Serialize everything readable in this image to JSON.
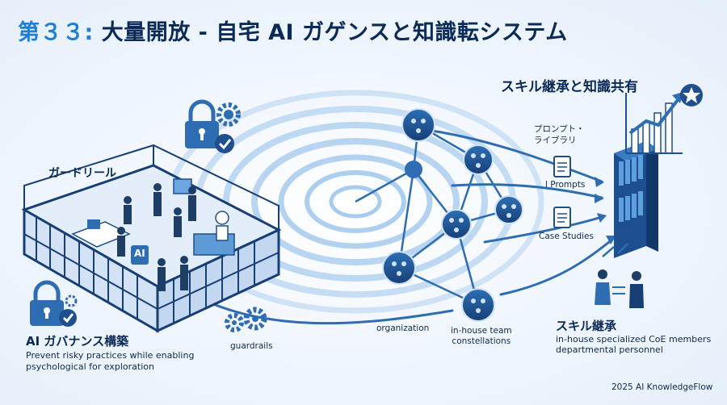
{
  "title": {
    "prefix": "第３３:",
    "main": " 大量開放 - 自宅 AI ガゲンスと知識転システム"
  },
  "labels": {
    "skill_knowledge": "スキル継承と知識共有",
    "guardrail": "ガードリール",
    "governance": "AI ガバナンス構築",
    "governance_desc": "Prevent risky practices while enabling psychological for exploration",
    "guardrails": "guardrails",
    "organization": "organization",
    "team_line1": "in-house team",
    "team_line2": "constellations",
    "prompt_lib_line1": "プロンプト・",
    "prompt_lib_line2": "ライブラリ",
    "prompts": "l Prompts",
    "case_studies": "Case Studies",
    "skill_inherit": "スキル継承",
    "skill_desc_line1": "in-house specialized CoE members",
    "skill_desc_line2": "departmental personnel",
    "ai_badge": "AI"
  },
  "footer": "2025 AI KnowledgeFlow",
  "colors": {
    "navy": "#0b2a55",
    "accent": "#1f7fd4",
    "mid": "#2f6db3",
    "light": "#cfe2f6"
  },
  "icons": [
    "lock-icon",
    "gear-icon",
    "check-badge-icon",
    "network-node-icon",
    "document-icon",
    "bookshelf-icon",
    "growth-chart-icon",
    "star-badge-icon",
    "people-icon"
  ]
}
